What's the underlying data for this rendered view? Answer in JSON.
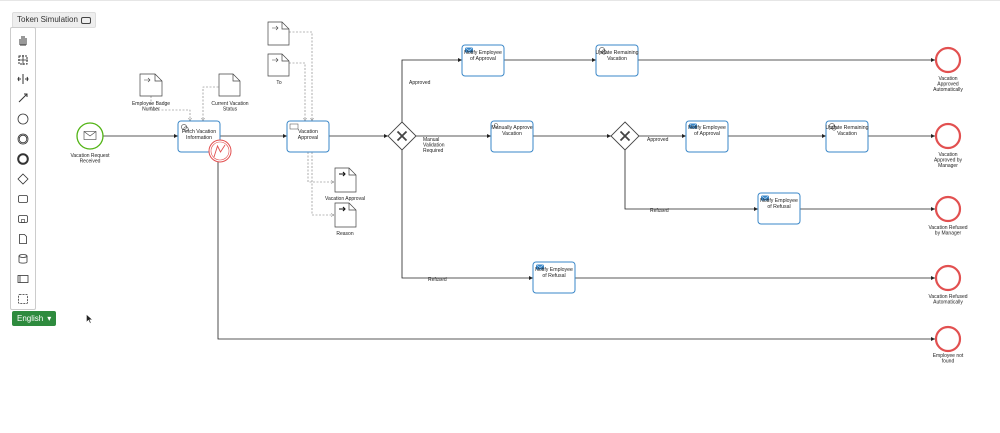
{
  "toolbar": {
    "simulation_label": "Token Simulation"
  },
  "language": {
    "selected": "English"
  },
  "palette": {
    "tools": [
      "hand-tool",
      "lasso-tool",
      "space-tool",
      "global-connect-tool",
      "start-event",
      "intermediate-event",
      "end-event",
      "gateway",
      "task",
      "subprocess",
      "data-object",
      "data-store",
      "pool",
      "group"
    ]
  },
  "colors": {
    "task_border": "#3a87c8",
    "start_border": "#52b415",
    "end_border": "#e25050",
    "accent": "#2e8b3e"
  },
  "events": {
    "start": "Vacation Request Received",
    "end_approved_auto": "Vacation Approved Automatically",
    "end_approved_mgr": "Vacation Approved by Manager",
    "end_refused_mgr": "Vacation Refused by Manager",
    "end_refused_auto": "Vacation Refused Automatically",
    "end_not_found": "Employee not found"
  },
  "tasks": {
    "fetch": "Fetch Vacation Information",
    "approval": "Vacation Approval",
    "notify_approval_top": "Notify Employee of Approval",
    "update_top": "Update Remaining Vacation",
    "manual": "Manually Approve Vacation",
    "notify_approval_mid": "Notify Employee of Approval",
    "update_mid": "Update Remaining Vacation",
    "notify_refusal_mid": "Notify Employee of Refusal",
    "notify_refusal_bottom": "Notify Employee of Refusal"
  },
  "data": {
    "badge": "Employee Badge Number",
    "current_status": "Current Vacation Status",
    "top_doc_label": "To",
    "vacation_approval_doc": "Vacation Approval",
    "reason_doc": "Reason"
  },
  "flows": {
    "approved_top": "Approved",
    "manual_validation": "Manual Validation Required",
    "approved_mid": "Approved",
    "refused_mid": "Refused",
    "refused_bottom": "Refused"
  }
}
